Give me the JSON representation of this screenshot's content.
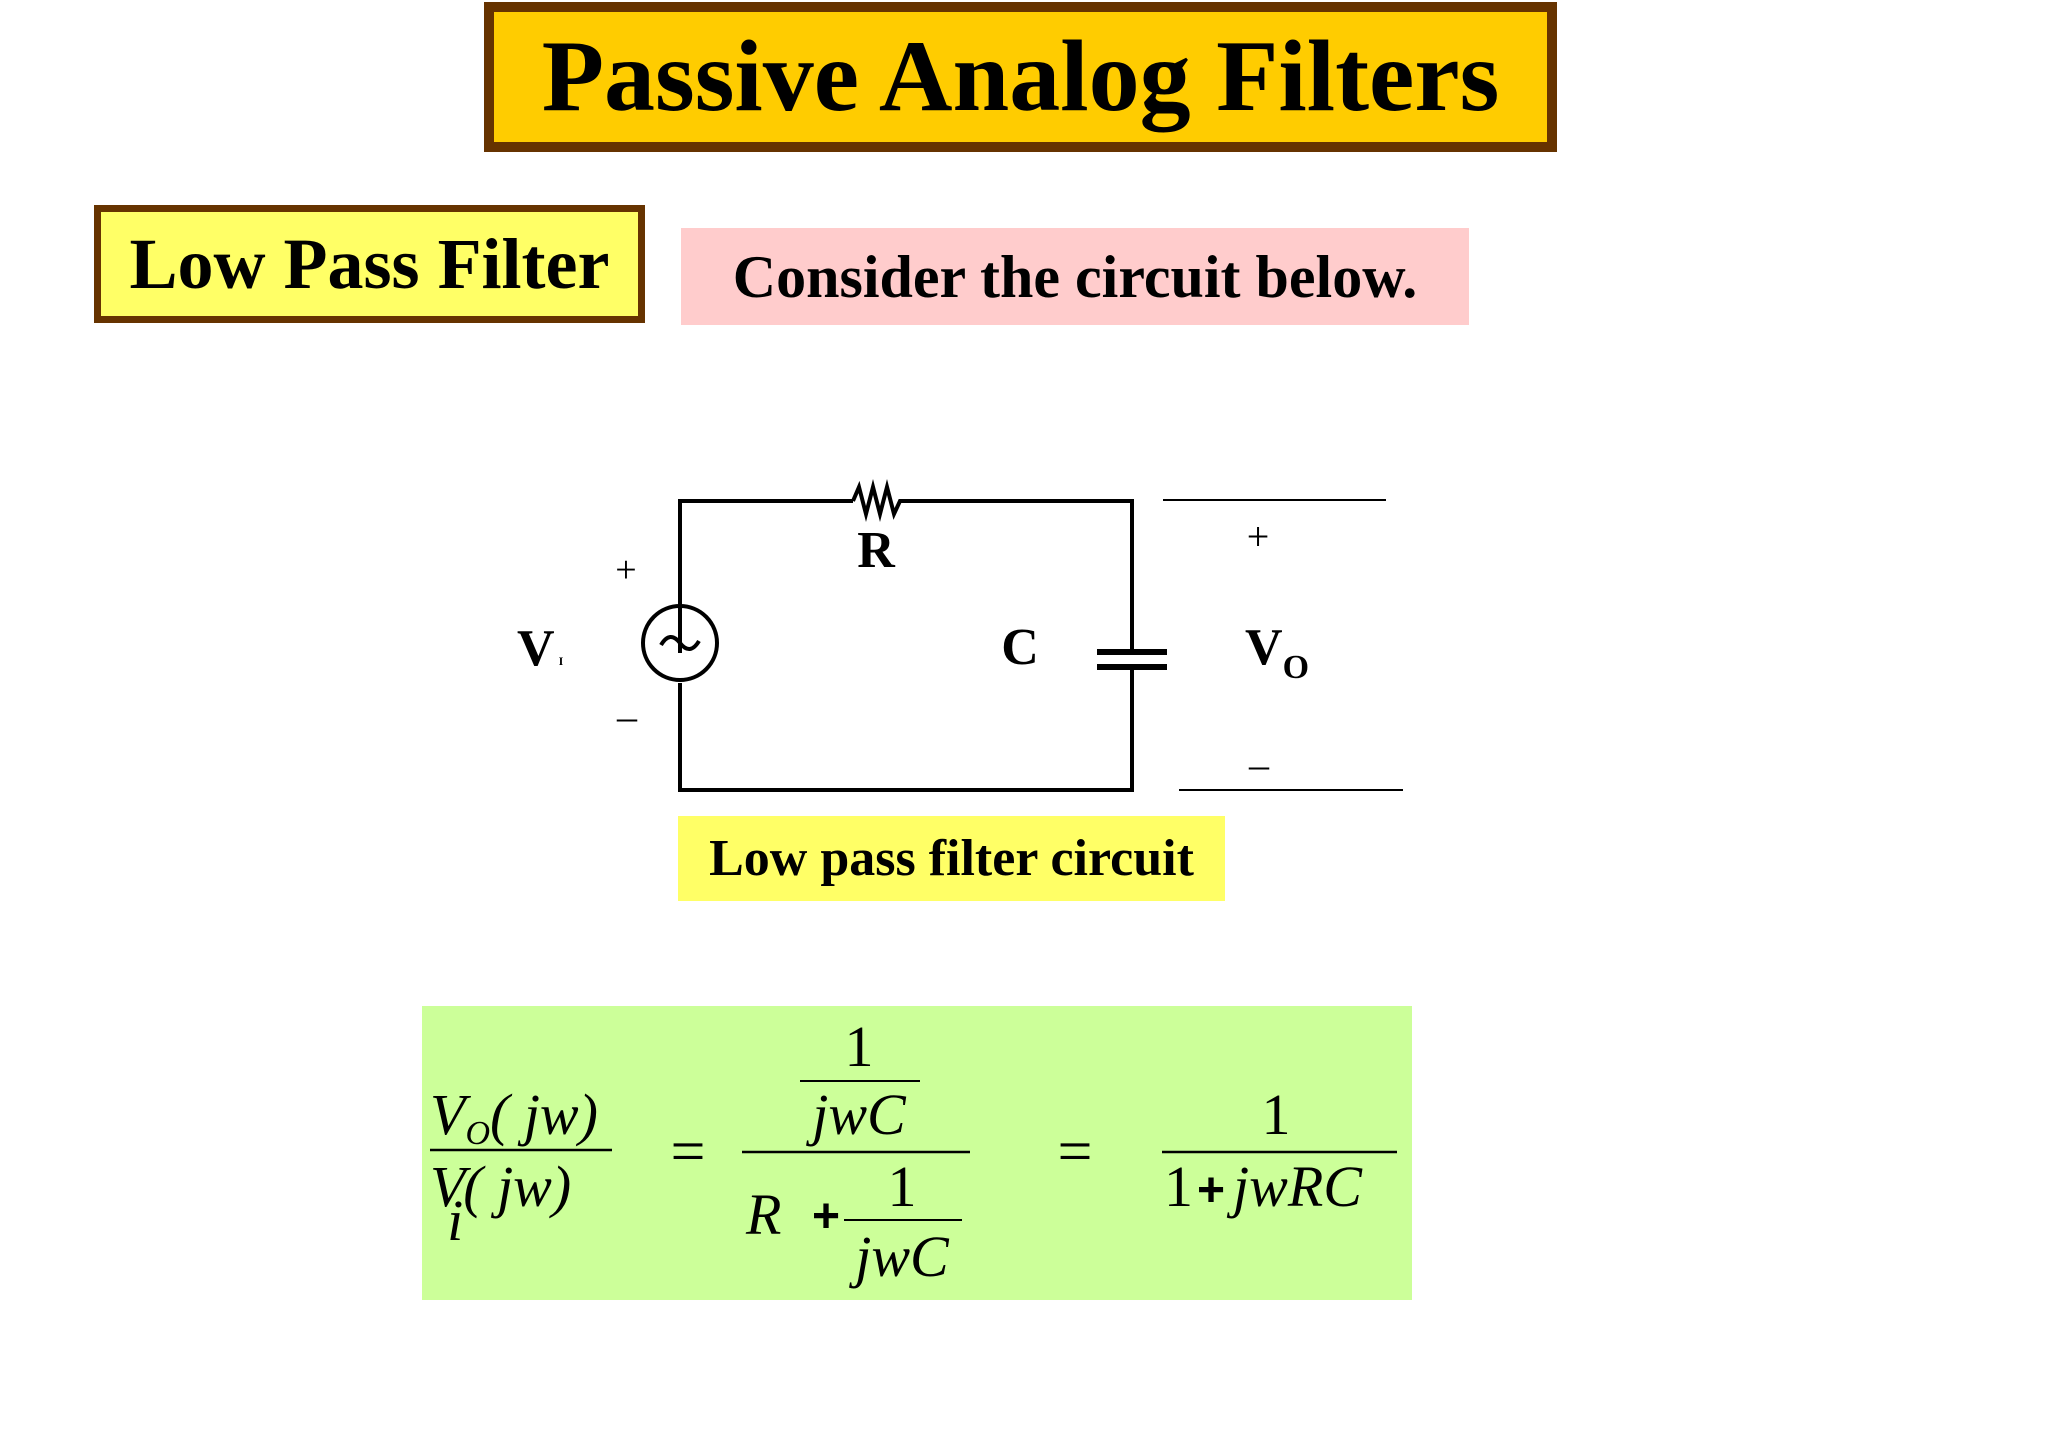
{
  "title": "Passive Analog Filters",
  "section_label": "Low Pass Filter",
  "intro_text": "Consider the circuit below.",
  "circuit": {
    "resistor_label": "R",
    "capacitor_label": "C",
    "source_label_main": "V",
    "source_label_sub": "I",
    "source_plus": "+",
    "source_minus": "–",
    "output_label_main": "V",
    "output_label_sub": "O",
    "output_plus": "+",
    "output_minus": "–"
  },
  "caption": "Low pass filter circuit",
  "equation": {
    "lhs_num_main": "V",
    "lhs_num_sub": "O",
    "lhs_num_arg": "( jw)",
    "lhs_den_main": "V",
    "lhs_den_sub": "i",
    "lhs_den_arg": "( jw)",
    "equals_1": "=",
    "mid_inner_num": "1",
    "mid_inner_den": "jwC",
    "mid_den_R": "R",
    "mid_den_plus": "+",
    "mid_den_frac_num": "1",
    "mid_den_frac_den": "jwC",
    "equals_2": "=",
    "rhs_num": "1",
    "rhs_den_one": "1",
    "rhs_den_plus": "+",
    "rhs_den_rest": "jwRC"
  },
  "colors": {
    "title_bg": "#ffcc00",
    "title_border": "#663300",
    "label_bg": "#ffff66",
    "intro_bg": "#ffcccc",
    "equation_bg": "#ccff99"
  }
}
